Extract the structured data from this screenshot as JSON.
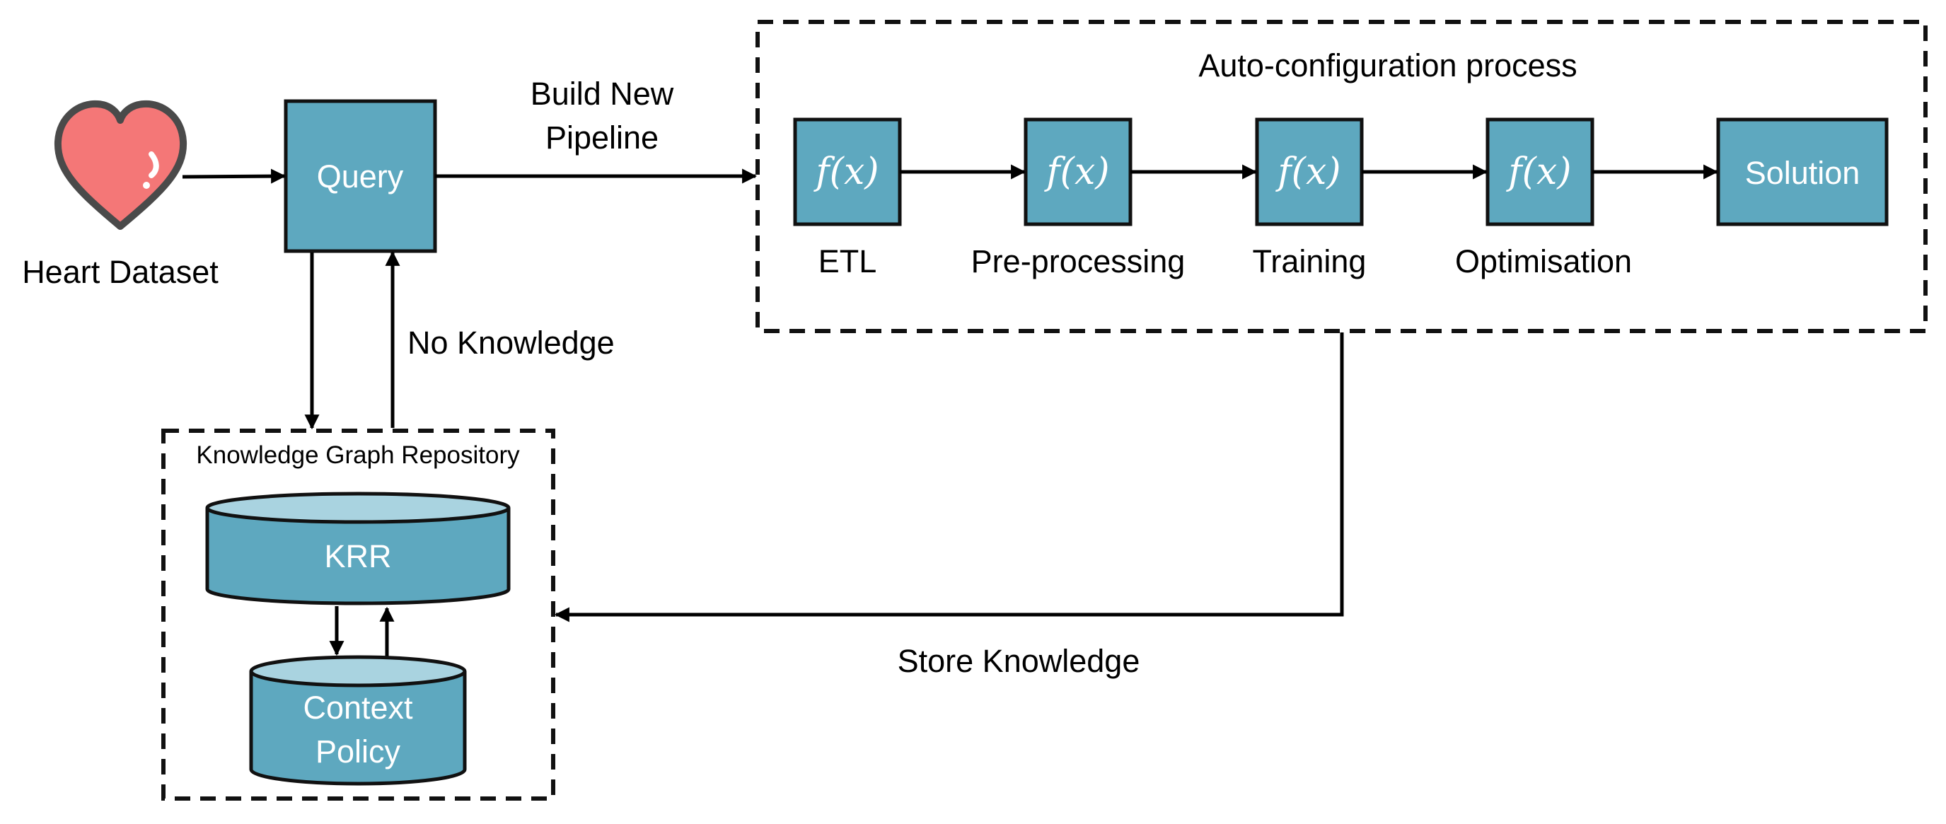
{
  "colors": {
    "box_fill": "#5EA8BF",
    "cylinder_top": "#A9D3E0",
    "heart": "#F47777",
    "heart_outline": "#4A4A4A",
    "text": "#000000",
    "box_text": "#FFFFFF"
  },
  "input": {
    "icon": "heart-icon",
    "label": "Heart Dataset"
  },
  "query": {
    "label": "Query"
  },
  "edges": {
    "build_new_pipeline_line1": "Build New",
    "build_new_pipeline_line2": "Pipeline",
    "no_knowledge": "No Knowledge",
    "store_knowledge": "Store Knowledge"
  },
  "auto_config": {
    "title": "Auto-configuration process",
    "steps": [
      {
        "symbol": "f(x)",
        "label": "ETL"
      },
      {
        "symbol": "f(x)",
        "label": "Pre-processing"
      },
      {
        "symbol": "f(x)",
        "label": "Training"
      },
      {
        "symbol": "f(x)",
        "label": "Optimisation"
      }
    ],
    "solution": "Solution"
  },
  "repository": {
    "title": "Knowledge Graph Repository",
    "krr": "KRR",
    "context_line1": "Context",
    "context_line2": "Policy"
  }
}
